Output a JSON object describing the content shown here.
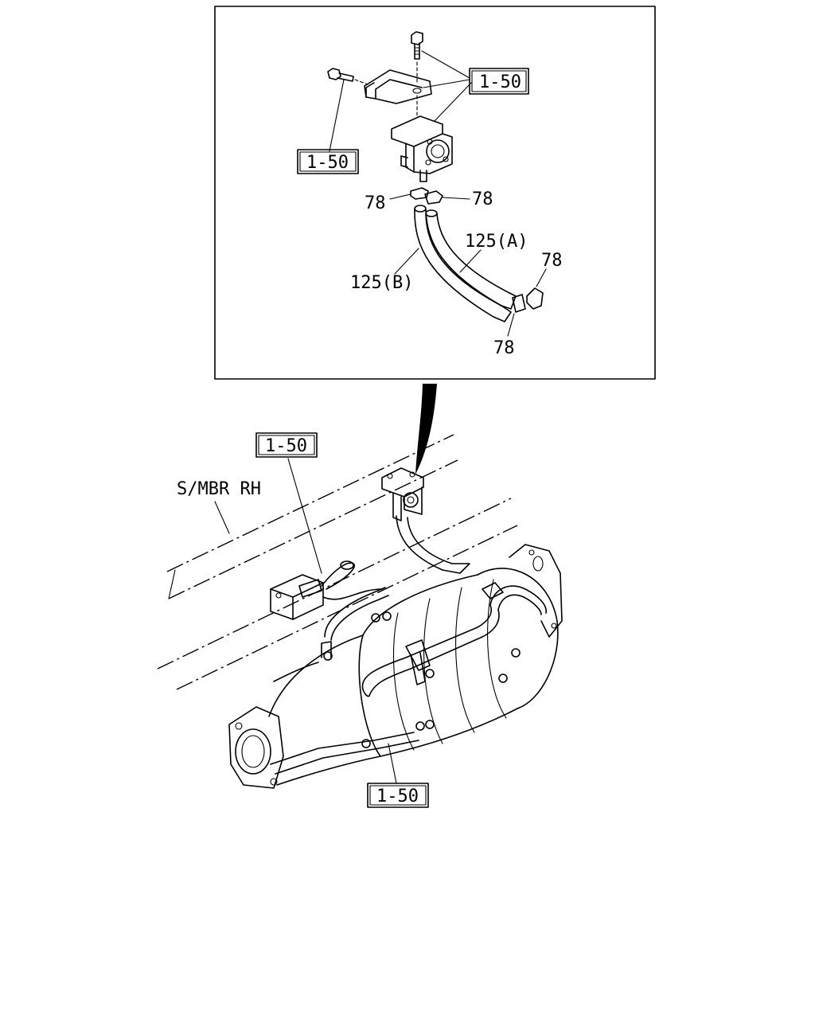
{
  "labels": {
    "ref_top_right": "1-50",
    "ref_top_left": "1-50",
    "ref_frame": "1-50",
    "ref_bottom": "1-50",
    "clip_a": "78",
    "clip_b": "78",
    "clip_c": "78",
    "clip_d": "78",
    "hose_a": "125(A)",
    "hose_b": "125(B)",
    "member": "S/MBR RH"
  },
  "colors": {
    "line": "#000000",
    "background": "#ffffff"
  }
}
